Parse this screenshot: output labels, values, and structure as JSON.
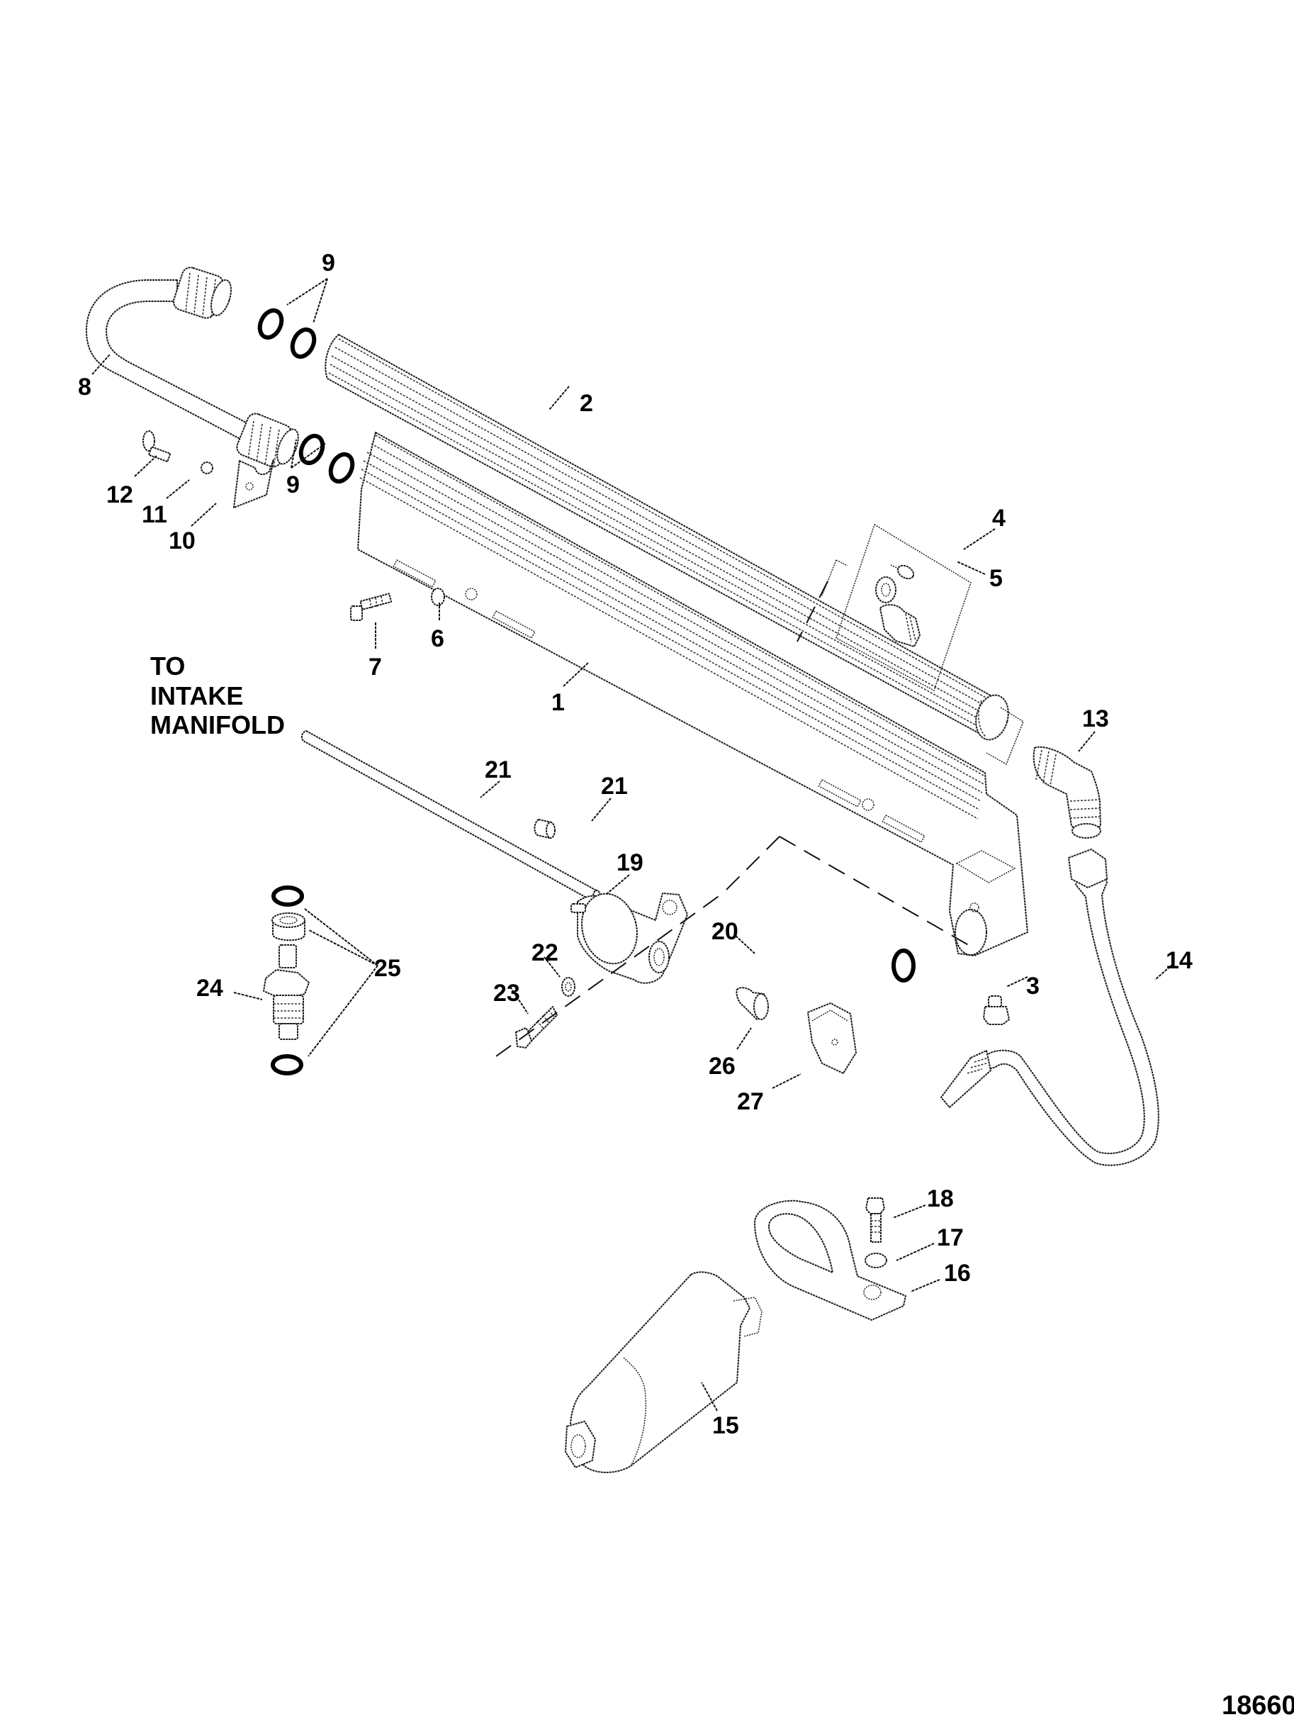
{
  "diagram": {
    "type": "exploded-parts-diagram",
    "figure_number": "18660",
    "note_lines": [
      "TO",
      "INTAKE",
      "MANIFOLD"
    ],
    "callouts": {
      "c1": "1",
      "c2": "2",
      "c3": "3",
      "c4": "4",
      "c5": "5",
      "c6": "6",
      "c7": "7",
      "c8": "8",
      "c9a": "9",
      "c9b": "9",
      "c10": "10",
      "c11": "11",
      "c12": "12",
      "c13": "13",
      "c14": "14",
      "c15": "15",
      "c16": "16",
      "c17": "17",
      "c18": "18",
      "c19": "19",
      "c20": "20",
      "c21a": "21",
      "c21b": "21",
      "c22": "22",
      "c23": "23",
      "c24": "24",
      "c25": "25",
      "c26": "26",
      "c27": "27"
    }
  }
}
